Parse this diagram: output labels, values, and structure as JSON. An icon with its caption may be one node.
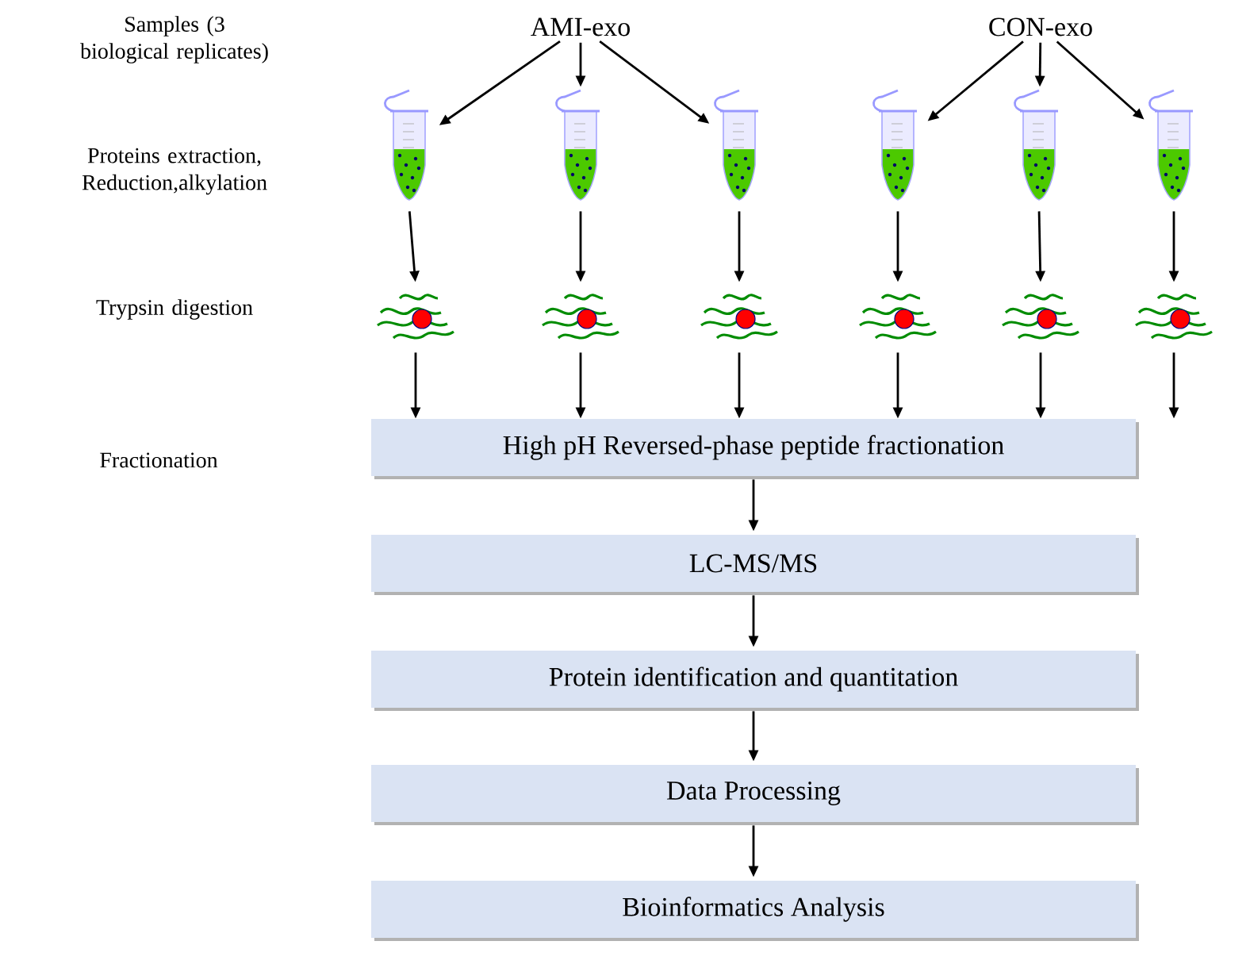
{
  "diagram": {
    "nodes": [
      {
        "text": [
          "AMI-exo"
        ]
      },
      {
        "text": [
          "CON-exo"
        ]
      },
      {
        "text": [],
        "shape": "tube"
      },
      {
        "text": [],
        "shape": "tube"
      },
      {
        "text": [],
        "shape": "tube"
      },
      {
        "text": [],
        "shape": "tube"
      },
      {
        "text": [],
        "shape": "tube"
      },
      {
        "text": [],
        "shape": "tube"
      },
      {
        "text": [],
        "shape": "picture"
      },
      {
        "text": [],
        "shape": "picture"
      },
      {
        "text": [],
        "shape": "picture"
      },
      {
        "text": [],
        "shape": "picture"
      },
      {
        "text": [],
        "shape": "picture"
      },
      {
        "text": [],
        "shape": "picture"
      },
      {
        "text": [
          "High pH Reversed-phase peptide fractionation"
        ]
      },
      {
        "text": [
          "LC-MS/MS"
        ]
      },
      {
        "text": [
          "Protein identification and quantitation"
        ]
      },
      {
        "text": [
          "Data Processing"
        ]
      },
      {
        "text": [
          "Bioinformatics Analysis"
        ]
      }
    ],
    "edges": [
      {
        "from": 0,
        "to": 2,
        "arrow": "to"
      },
      {
        "from": 0,
        "to": 3,
        "arrow": "to"
      },
      {
        "from": 0,
        "to": 4,
        "arrow": "to"
      },
      {
        "from": 1,
        "to": 5,
        "arrow": "to"
      },
      {
        "from": 1,
        "to": 6,
        "arrow": "to"
      },
      {
        "from": 1,
        "to": 7,
        "arrow": "to"
      },
      {
        "from": 2,
        "to": 8,
        "arrow": "to"
      },
      {
        "from": 3,
        "to": 9,
        "arrow": "to"
      },
      {
        "from": 4,
        "to": 10,
        "arrow": "to"
      },
      {
        "from": 5,
        "to": 11,
        "arrow": "to"
      },
      {
        "from": 6,
        "to": 12,
        "arrow": "to"
      },
      {
        "from": 7,
        "to": 13,
        "arrow": "to"
      },
      {
        "from": 8,
        "to": 14,
        "arrow": "to"
      },
      {
        "from": 9,
        "to": 14,
        "arrow": "to"
      },
      {
        "from": 10,
        "to": 14,
        "arrow": "to"
      },
      {
        "from": 11,
        "to": 14,
        "arrow": "to"
      },
      {
        "from": 12,
        "to": 14,
        "arrow": "to"
      },
      {
        "from": 13,
        "to": 14,
        "arrow": "to"
      },
      {
        "from": 14,
        "to": 15,
        "arrow": "to"
      },
      {
        "from": 15,
        "to": 16,
        "arrow": "to"
      },
      {
        "from": 16,
        "to": 17,
        "arrow": "to"
      },
      {
        "from": 17,
        "to": 18,
        "arrow": "to"
      }
    ],
    "labels": [
      "Samples (3 biological replicates)",
      "Proteins extraction, Reduction,alkylation",
      "Trypsin digestion",
      "Fractionation"
    ]
  }
}
